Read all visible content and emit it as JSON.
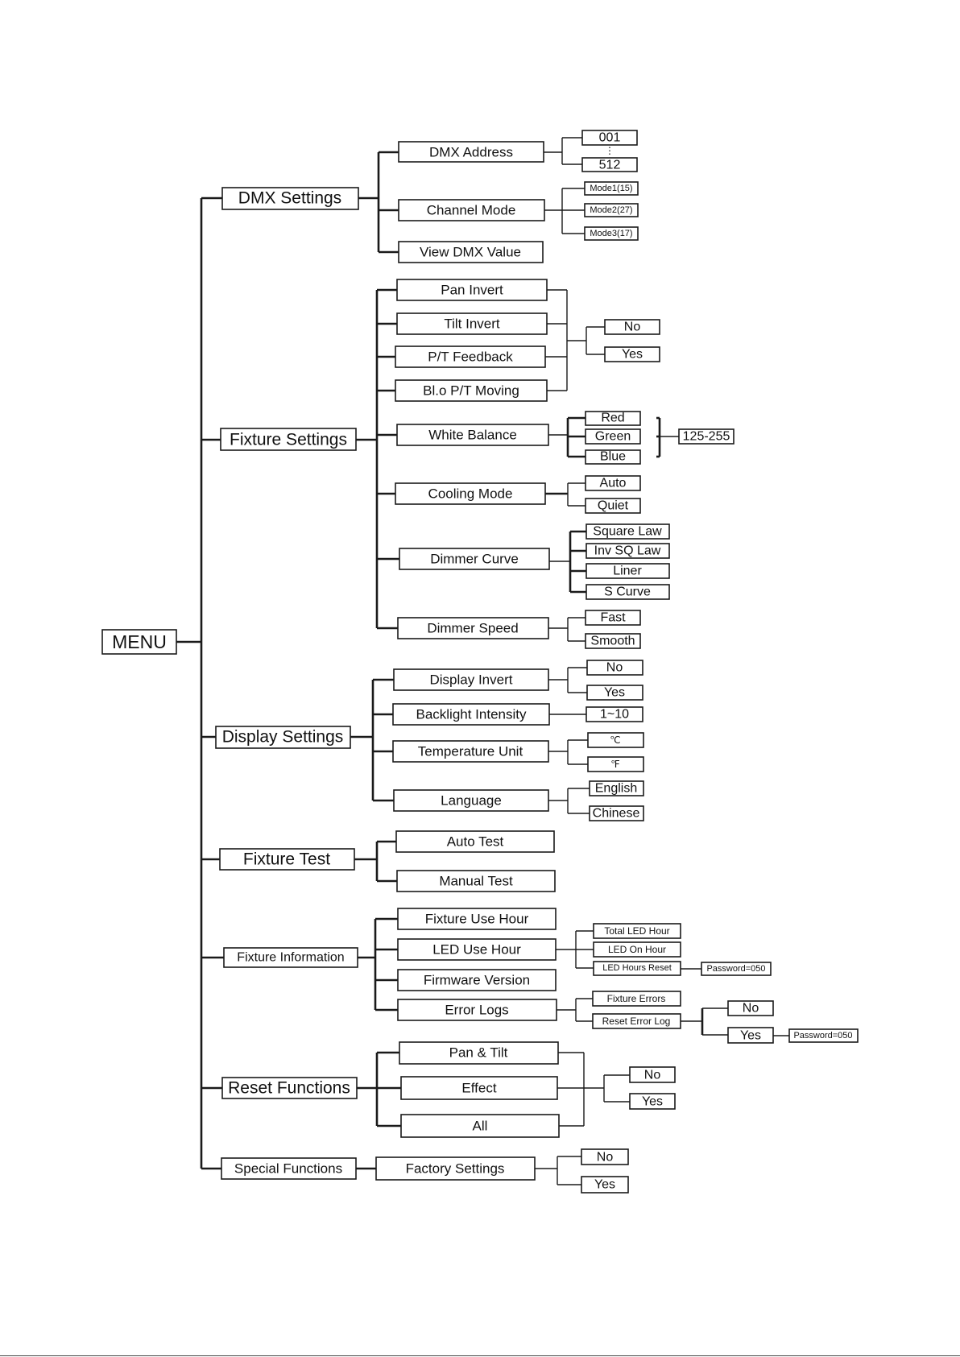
{
  "menu": {
    "root": "MENU",
    "dmx_settings": {
      "label": "DMX Settings",
      "dmx_address": {
        "label": "DMX Address",
        "min": "001",
        "dots": "⋮",
        "max": "512"
      },
      "channel_mode": {
        "label": "Channel Mode",
        "options": [
          "Mode1(15)",
          "Mode2(27)",
          "Mode3(17)"
        ]
      },
      "view_dmx_value": {
        "label": "View DMX Value"
      }
    },
    "fixture_settings": {
      "label": "Fixture Settings",
      "pan_invert": "Pan Invert",
      "tilt_invert": "Tilt Invert",
      "pt_feedback": "P/T Feedback",
      "blo_pt_moving": "Bl.o P/T Moving",
      "invert_options": [
        "No",
        "Yes"
      ],
      "white_balance": {
        "label": "White Balance",
        "options": [
          "Red",
          "Green",
          "Blue"
        ],
        "range": "125-255"
      },
      "cooling_mode": {
        "label": "Cooling Mode",
        "options": [
          "Auto",
          "Quiet"
        ]
      },
      "dimmer_curve": {
        "label": "Dimmer Curve",
        "options": [
          "Square Law",
          "Inv SQ Law",
          "Liner",
          "S Curve"
        ]
      },
      "dimmer_speed": {
        "label": "Dimmer Speed",
        "options": [
          "Fast",
          "Smooth"
        ]
      }
    },
    "display_settings": {
      "label": "Display Settings",
      "display_invert": {
        "label": "Display Invert",
        "options": [
          "No",
          "Yes"
        ]
      },
      "backlight_intensity": {
        "label": "Backlight Intensity",
        "range": "1~10"
      },
      "temperature_unit": {
        "label": "Temperature Unit",
        "options": [
          "℃",
          "℉"
        ]
      },
      "language": {
        "label": "Language",
        "options": [
          "English",
          "Chinese"
        ]
      }
    },
    "fixture_test": {
      "label": "Fixture Test",
      "auto_test": "Auto Test",
      "manual_test": "Manual Test"
    },
    "fixture_information": {
      "label": "Fixture Information",
      "fixture_use_hour": "Fixture Use Hour",
      "led_use_hour": {
        "label": "LED Use Hour",
        "options": [
          "Total LED Hour",
          "LED On Hour",
          "LED Hours Reset"
        ],
        "password": "Password=050"
      },
      "firmware_version": "Firmware Version",
      "error_logs": {
        "label": "Error Logs",
        "fixture_errors": "Fixture Errors",
        "reset_error_log": "Reset Error Log",
        "options": [
          "No",
          "Yes"
        ],
        "password": "Password=050"
      }
    },
    "reset_functions": {
      "label": "Reset Functions",
      "items": [
        "Pan & Tilt",
        "Effect",
        "All"
      ],
      "options": [
        "No",
        "Yes"
      ]
    },
    "special_functions": {
      "label": "Special Functions",
      "factory_settings": "Factory Settings",
      "options": [
        "No",
        "Yes"
      ]
    }
  }
}
